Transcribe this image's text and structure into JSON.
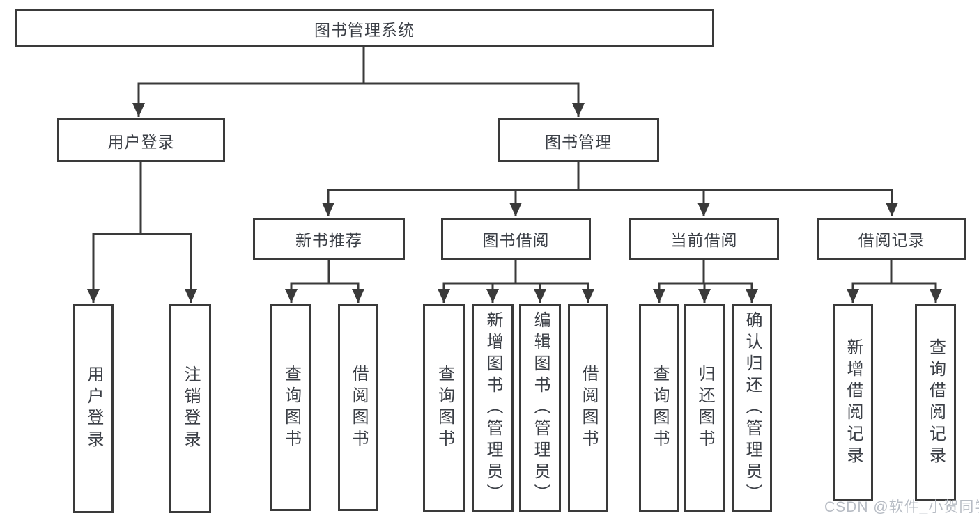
{
  "diagram": {
    "root": {
      "label": "图书管理系统"
    },
    "branches": [
      {
        "label": "用户登录",
        "children": [
          {
            "label": "用户登录"
          },
          {
            "label": "注销登录"
          }
        ]
      },
      {
        "label": "图书管理",
        "children": [
          {
            "label": "新书推荐",
            "children": [
              {
                "label": "查询图书"
              },
              {
                "label": "借阅图书"
              }
            ]
          },
          {
            "label": "图书借阅",
            "children": [
              {
                "label": "查询图书"
              },
              {
                "label": "新增图书（管理员）"
              },
              {
                "label": "编辑图书（管理员）"
              },
              {
                "label": "借阅图书"
              }
            ]
          },
          {
            "label": "当前借阅",
            "children": [
              {
                "label": "查询图书"
              },
              {
                "label": "归还图书"
              },
              {
                "label": "确认归还（管理员）"
              }
            ]
          },
          {
            "label": "借阅记录",
            "children": [
              {
                "label": "新增借阅记录"
              },
              {
                "label": "查询借阅记录"
              }
            ]
          }
        ]
      }
    ],
    "watermark": "CSDN @软件_小贺同学",
    "colors": {
      "line": "#3a3a3a",
      "text": "#3b3f46",
      "watermark": "#b7bcc4",
      "bg": "#ffffff"
    }
  }
}
